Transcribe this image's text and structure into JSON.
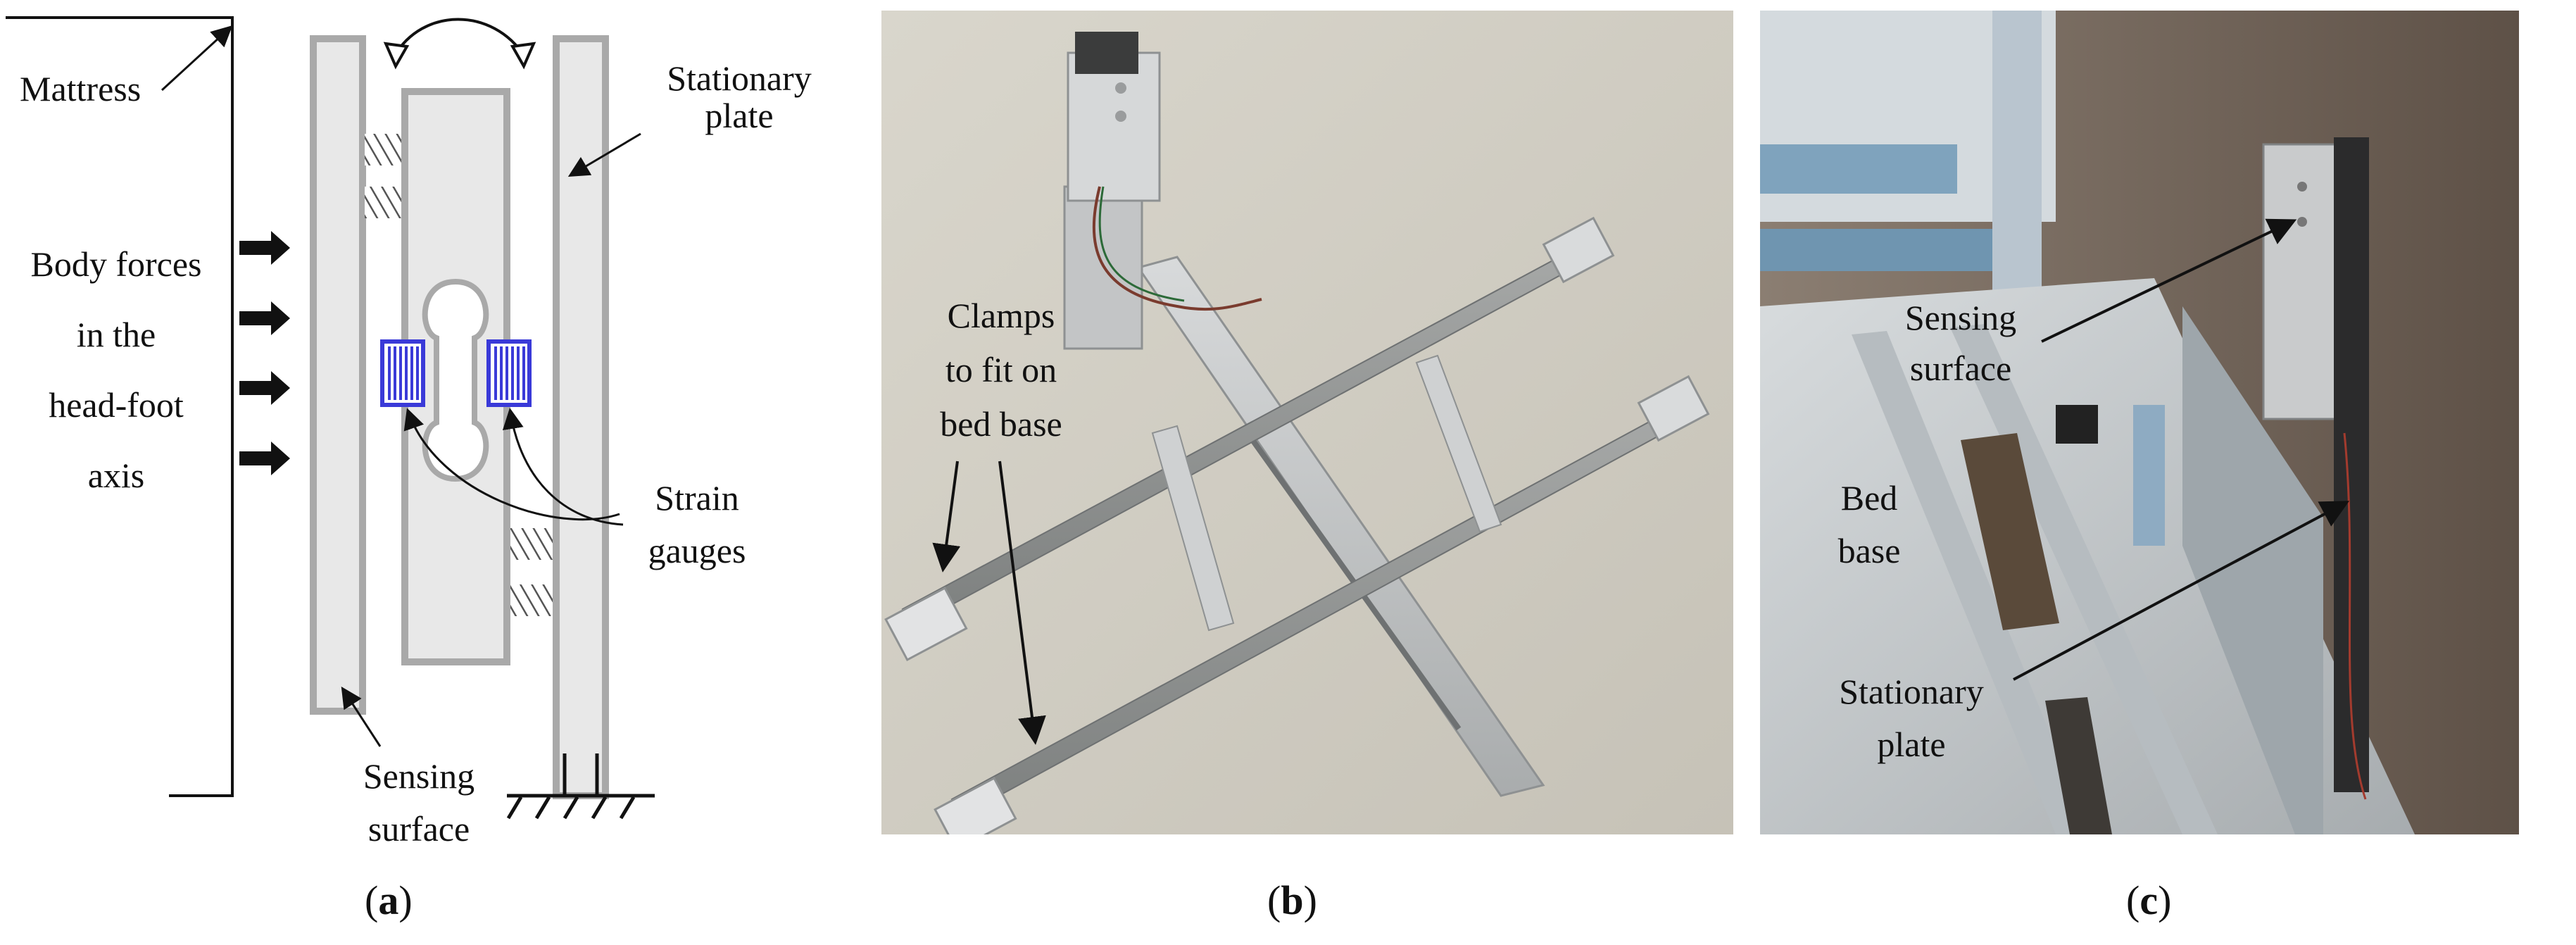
{
  "panel_a": {
    "labels": {
      "mattress": "Mattress",
      "stationary_plate_1": "Stationary",
      "stationary_plate_2": "plate",
      "body_forces_1": "Body forces",
      "body_forces_2": "in the",
      "body_forces_3": "head-foot",
      "body_forces_4": "axis",
      "strain_gauges_1": "Strain",
      "strain_gauges_2": "gauges",
      "sensing_surface_1": "Sensing",
      "sensing_surface_2": "surface"
    },
    "caption": {
      "open": "(",
      "letter": "a",
      "close": ")"
    }
  },
  "panel_b": {
    "labels": {
      "clamps_1": "Clamps",
      "clamps_2": "to fit on",
      "clamps_3": "bed base"
    },
    "caption": {
      "open": "(",
      "letter": "b",
      "close": ")"
    }
  },
  "panel_c": {
    "labels": {
      "sensing_surface_1": "Sensing",
      "sensing_surface_2": "surface",
      "bed_base_1": "Bed",
      "bed_base_2": "base",
      "stationary_plate_1": "Stationary",
      "stationary_plate_2": "plate"
    },
    "caption": {
      "open": "(",
      "letter": "c",
      "close": ")"
    }
  },
  "colors": {
    "plate_fill": "#e8e8e8",
    "plate_stroke": "#a9a9a9",
    "gauge_blue": "#3a3ad8",
    "photo_b_bg": "#cfcbc0",
    "aluminium": "#c8cacb",
    "photo_c_wall": "#6f6257",
    "photo_c_base": "#c9cdd0"
  }
}
